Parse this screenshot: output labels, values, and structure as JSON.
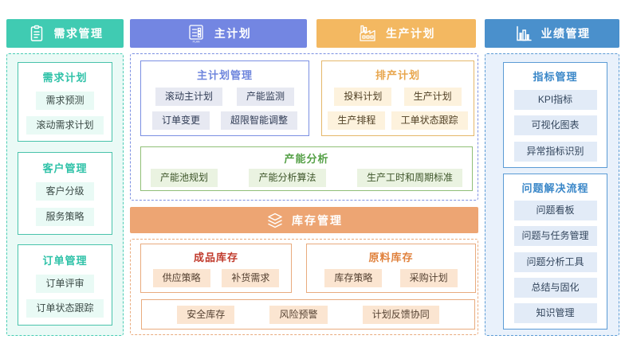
{
  "accents": {
    "teal": "#40cbb2",
    "periwinkle": "#7386e2",
    "orange": "#f3b861",
    "blue": "#4a90cc",
    "salmon_bar": "#eda573",
    "green_title": "#55a047",
    "finished_title_red": "#c0392b",
    "raw_title_rust": "#e0813c"
  },
  "headers": [
    {
      "label": "需求管理",
      "icon": "clipboard-list-icon"
    },
    {
      "label": "主计划",
      "icon": "clipboard-plan-icon"
    },
    {
      "label": "生产计划",
      "icon": "factory-icon"
    },
    {
      "label": "业绩管理",
      "icon": "bar-chart-icon"
    }
  ],
  "demand_column": {
    "groups": [
      {
        "title": "需求计划",
        "items": [
          "需求预测",
          "滚动需求计划"
        ]
      },
      {
        "title": "客户管理",
        "items": [
          "客户分级",
          "服务策略"
        ]
      },
      {
        "title": "订单管理",
        "items": [
          "订单评审",
          "订单状态跟踪"
        ]
      }
    ]
  },
  "plan_area": {
    "master_plan_group": {
      "title": "主计划管理",
      "items": [
        "滚动主计划",
        "产能监测",
        "订单变更",
        "超限智能调整"
      ]
    },
    "scheduling_group": {
      "title": "排产计划",
      "items": [
        "投料计划",
        "生产计划",
        "生产排程",
        "工单状态跟踪"
      ]
    },
    "capacity_group": {
      "title": "产能分析",
      "items": [
        "产能池规划",
        "产能分析算法",
        "生产工时和周期标准"
      ]
    }
  },
  "inventory_area": {
    "header": {
      "label": "库存管理",
      "icon": "layers-icon"
    },
    "finished_goods": {
      "title": "成品库存",
      "items": [
        "供应策略",
        "补货需求"
      ]
    },
    "raw_materials": {
      "title": "原料库存",
      "items": [
        "库存策略",
        "采购计划"
      ]
    },
    "bottom_items": [
      "安全库存",
      "风险预警",
      "计划反馈协同"
    ]
  },
  "performance_column": {
    "groups": [
      {
        "title": "指标管理",
        "items": [
          "KPI指标",
          "可视化图表",
          "异常指标识别"
        ]
      },
      {
        "title": "问题解决流程",
        "items": [
          "问题看板",
          "问题与任务管理",
          "问题分析工具",
          "总结与固化",
          "知识管理"
        ]
      }
    ]
  }
}
